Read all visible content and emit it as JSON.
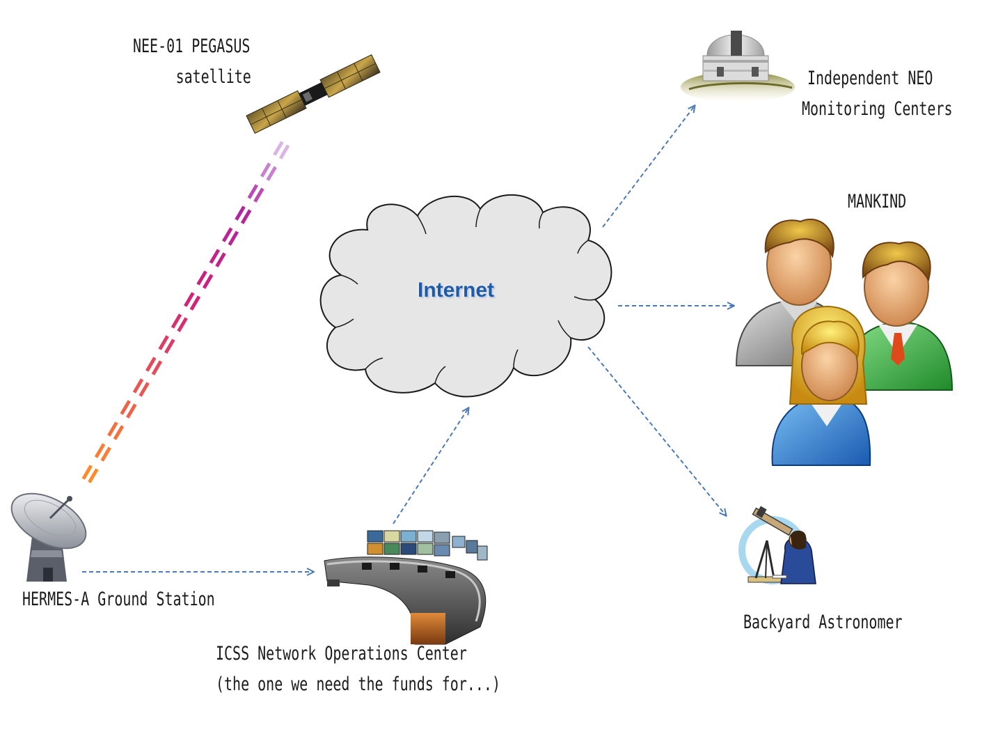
{
  "nodes": {
    "satellite": {
      "line1": "NEE-01  PEGASUS",
      "line2": "satellite"
    },
    "ground_station": {
      "label": "HERMES-A Ground Station"
    },
    "noc": {
      "line1": "ICSS Network Operations Center",
      "line2": "(the one we need the funds for...)"
    },
    "internet": {
      "label": "Internet"
    },
    "neo_centers": {
      "line1": "Independent NEO",
      "line2": "Monitoring Centers"
    },
    "mankind": {
      "label": "MANKIND"
    },
    "astronomer": {
      "label": "Backyard Astronomer"
    }
  },
  "icons": {
    "satellite": "satellite-icon",
    "ground_station": "satellite-dish-icon",
    "noc": "control-room-icon",
    "internet": "cloud-icon",
    "neo_centers": "observatory-icon",
    "mankind": "people-group-icon",
    "astronomer": "telescope-astronomer-icon"
  },
  "colors": {
    "arrow": "#4a7ab5",
    "cloud_fill": "#e6e6e6",
    "cloud_stroke": "#1a1a1a",
    "internet_text": "#1f5aa8",
    "beam_start": "#ff8a2a",
    "beam_mid": "#d0207a",
    "beam_end": "#9a2ab8"
  }
}
